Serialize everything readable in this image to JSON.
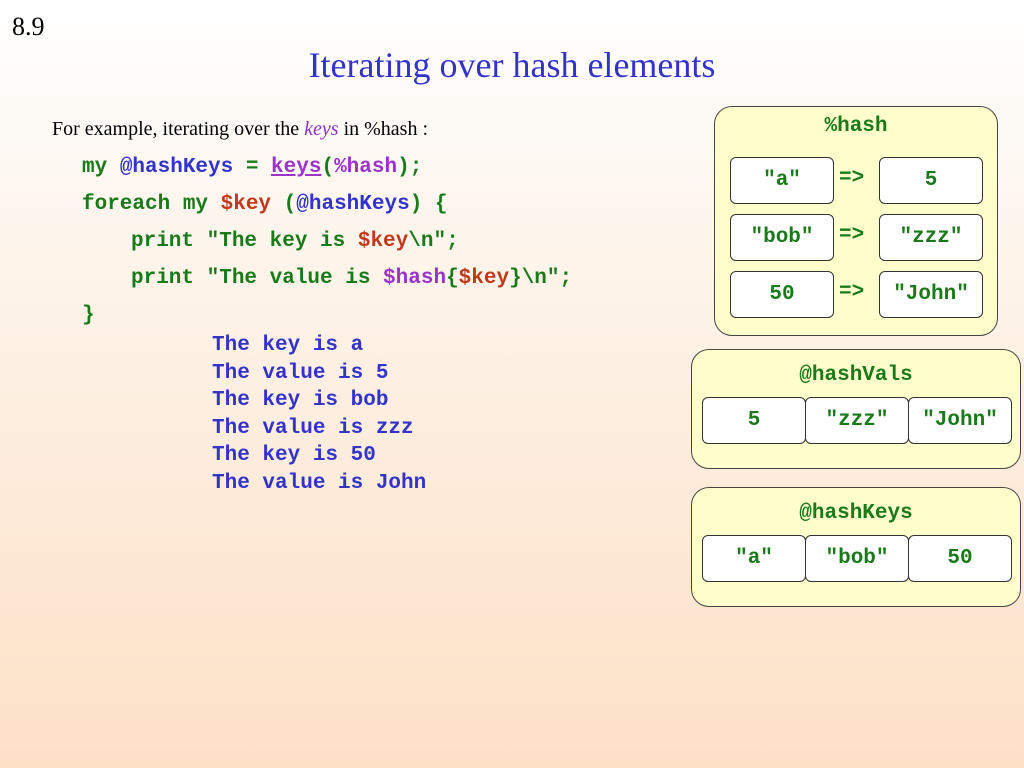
{
  "slide": {
    "number": "8.9",
    "title": "Iterating over hash elements"
  },
  "intro": {
    "prefix": "For example, iterating over the ",
    "keyword": "keys",
    "suffix": " in %hash :"
  },
  "code": {
    "l1": {
      "a": "my ",
      "b": "@hashKeys",
      "c": " = ",
      "d": "keys",
      "e": "(",
      "f": "%hash",
      "g": ");"
    },
    "l2": {
      "a": "foreach my ",
      "b": "$key",
      "c": " (",
      "d": "@hashKeys",
      "e": ") {"
    },
    "l3": {
      "a": "print \"The key is ",
      "b": "$key",
      "c": "\\n\";"
    },
    "l4": {
      "a": "print \"The value is ",
      "b": "$hash",
      "c": "{",
      "d": "$key",
      "e": "}\\n\";"
    },
    "l5": {
      "a": "}"
    }
  },
  "output": [
    "The key is a",
    "The value is 5",
    "The key is bob",
    "The value is zzz",
    "The key is 50",
    "The value is John"
  ],
  "hash_panel": {
    "title": "%hash",
    "arrow": "=>",
    "pairs": [
      {
        "key": "\"a\"",
        "value": "5"
      },
      {
        "key": "\"bob\"",
        "value": "\"zzz\""
      },
      {
        "key": "50",
        "value": "\"John\""
      }
    ]
  },
  "vals_panel": {
    "title": "@hashVals",
    "cells": [
      "5",
      "\"zzz\"",
      "\"John\""
    ]
  },
  "keys_panel": {
    "title": "@hashKeys",
    "cells": [
      "\"a\"",
      "\"bob\"",
      "50"
    ]
  },
  "colors": {
    "title": "#3333cc",
    "code_green": "#1a7a1a",
    "var_red": "#c0391b",
    "func_purple": "#9933cc",
    "panel_bg": "#ffffcc"
  }
}
